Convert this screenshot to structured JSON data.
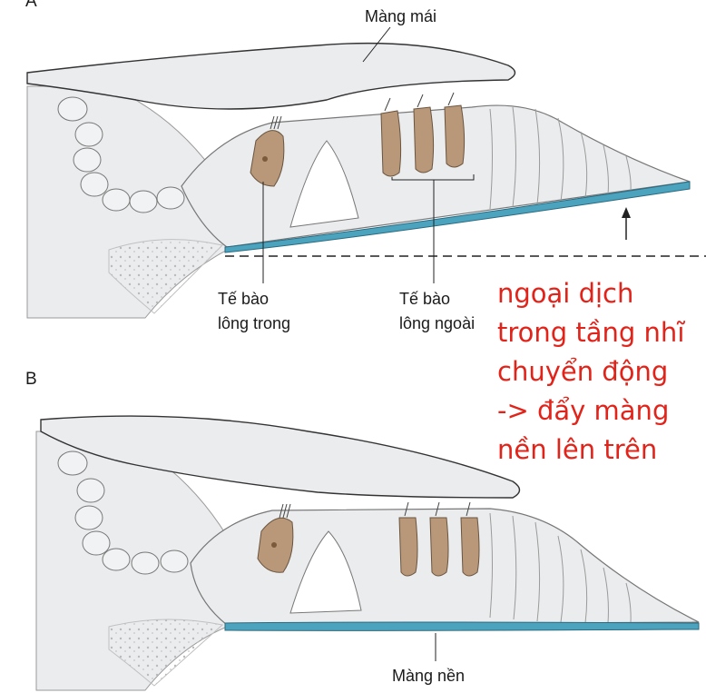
{
  "panels": {
    "a": {
      "letter": "A"
    },
    "b": {
      "letter": "B"
    }
  },
  "labels": {
    "tectorial_membrane": "Màng mái",
    "inner_hair_cell": [
      "Tế bào",
      "lông trong"
    ],
    "outer_hair_cell": [
      "Tế bào",
      "lông ngoài"
    ],
    "basilar_membrane": "Màng nền"
  },
  "annotation": {
    "lines": [
      "ngoại dịch",
      "trong tầng nhĩ",
      "chuyển động",
      "-> đẩy màng",
      "nền lên trên"
    ],
    "color": "#e2231a"
  },
  "colors": {
    "hair_cell": "#b89878",
    "basilar_membrane": "#4ba3bd",
    "tissue": "#ebecee",
    "outline": "#555555"
  }
}
